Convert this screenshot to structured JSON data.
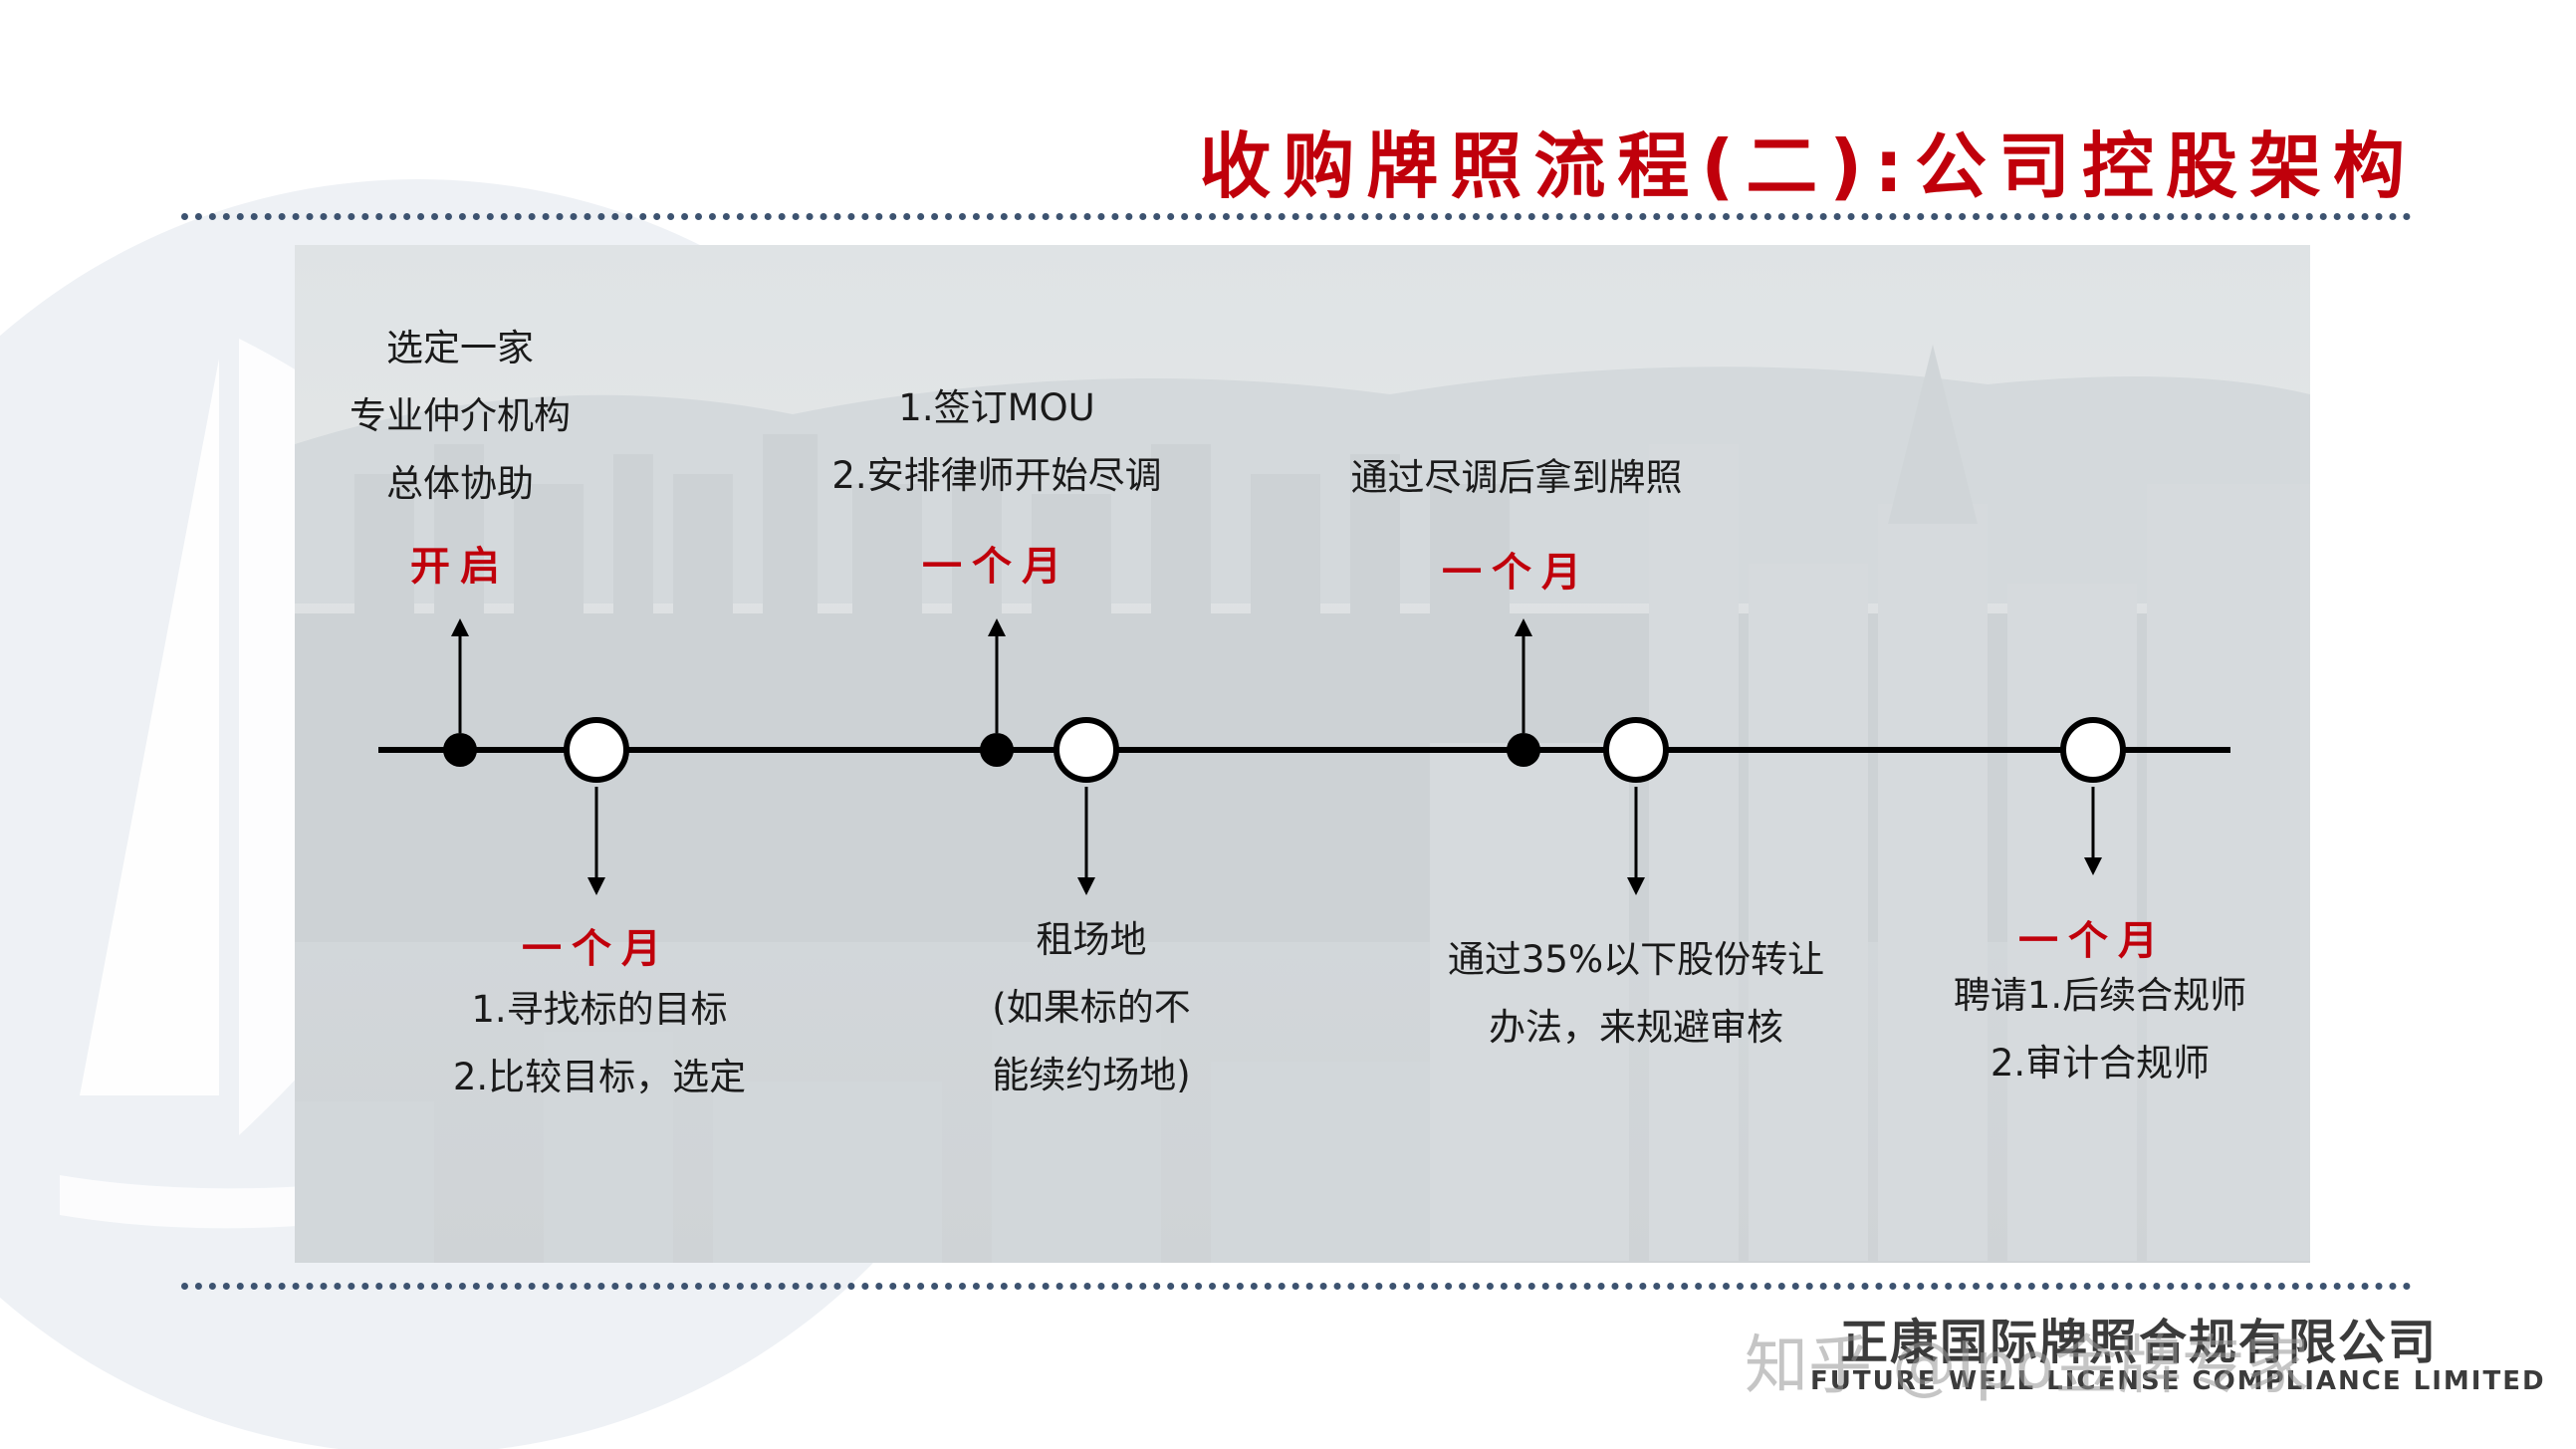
{
  "title": "收购牌照流程(二):公司控股架构",
  "milestones_top": [
    {
      "lines": [
        "选定一家",
        "专业仲介机构",
        "总体协助"
      ],
      "tag": "开启"
    },
    {
      "lines": [
        "1.签订MOU",
        "2.安排律师开始尽调"
      ],
      "tag": "一个月"
    },
    {
      "lines": [
        "通过尽调后拿到牌照"
      ],
      "tag": "一个月"
    }
  ],
  "milestones_bottom": [
    {
      "tag": "一个月",
      "lines": [
        "1.寻找标的目标",
        "2.比较目标，选定"
      ]
    },
    {
      "tag": "",
      "lines": [
        "租场地",
        "(如果标的不",
        "能续约场地)"
      ]
    },
    {
      "tag": "",
      "lines": [
        "通过35%以下股份转让",
        "办法，来规避审核"
      ]
    },
    {
      "tag": "一个月",
      "lines": [
        "聘请1.后续合规师",
        "2.审计合规师"
      ]
    }
  ],
  "company": {
    "name_cn": "正康国际牌照合规有限公司",
    "name_en": "FUTURE WELL LICENSE COMPLIANCE LIMITED"
  },
  "watermark": "知乎 @Ipo金牌专家",
  "colors": {
    "accent": "#c0000b",
    "dots": "#3d5370"
  }
}
